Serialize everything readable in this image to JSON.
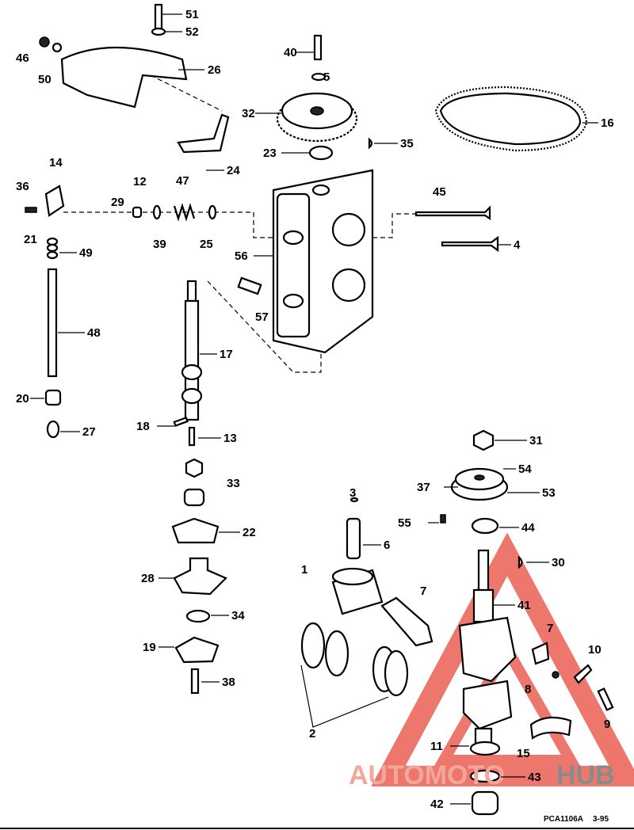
{
  "diagram": {
    "callouts": [
      "51",
      "52",
      "46",
      "50",
      "26",
      "40",
      "5",
      "32",
      "16",
      "23",
      "35",
      "24",
      "14",
      "36",
      "12",
      "47",
      "29",
      "21",
      "39",
      "25",
      "45",
      "4",
      "49",
      "56",
      "57",
      "48",
      "17",
      "20",
      "27",
      "18",
      "13",
      "31",
      "33",
      "54",
      "37",
      "53",
      "3",
      "22",
      "55",
      "44",
      "6",
      "30",
      "1",
      "7",
      "28",
      "41",
      "34",
      "7",
      "10",
      "19",
      "8",
      "38",
      "9",
      "2",
      "11",
      "15",
      "43",
      "42"
    ],
    "footer_code": "PCA1106A",
    "footer_date": "3-95"
  },
  "watermark": {
    "part1": "AUTOMOTO",
    "part2": "HUB",
    "color_red": "#e84a3c",
    "color_grey": "#8a8a8a"
  }
}
